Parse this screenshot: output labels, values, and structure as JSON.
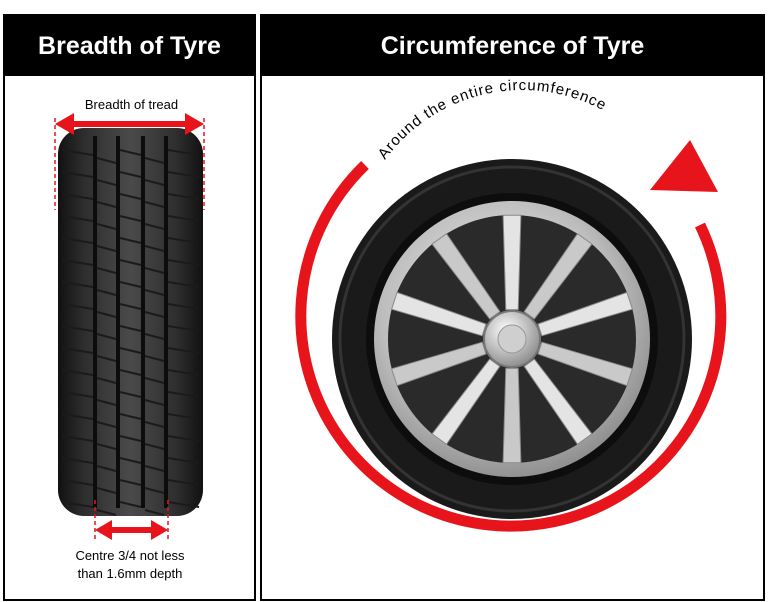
{
  "left_panel": {
    "title": "Breadth of Tyre",
    "tread_label": "Breadth of tread",
    "centre_label_line1": "Centre 3/4 not less",
    "centre_label_line2": "than 1.6mm depth"
  },
  "right_panel": {
    "title": "Circumference of Tyre",
    "arc_label": "Around the entire circumference"
  },
  "colors": {
    "accent_red": "#e8141c",
    "header_bg": "#000000"
  }
}
